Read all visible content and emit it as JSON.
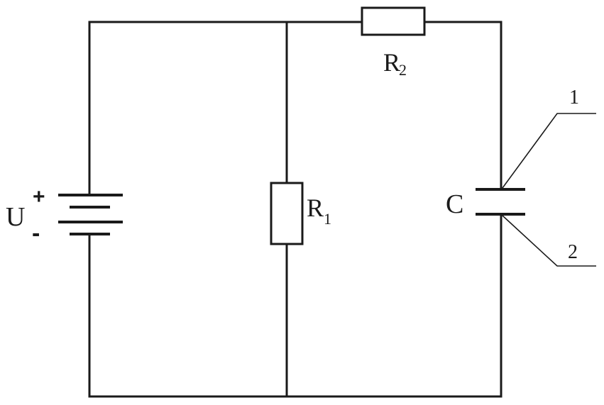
{
  "labels": {
    "source": "U",
    "plus": "+",
    "minus": "-",
    "r1_main": "R",
    "r1_sub": "1",
    "r2_main": "R",
    "r2_sub": "2",
    "capacitor": "C",
    "callout_1": "1",
    "callout_2": "2"
  }
}
